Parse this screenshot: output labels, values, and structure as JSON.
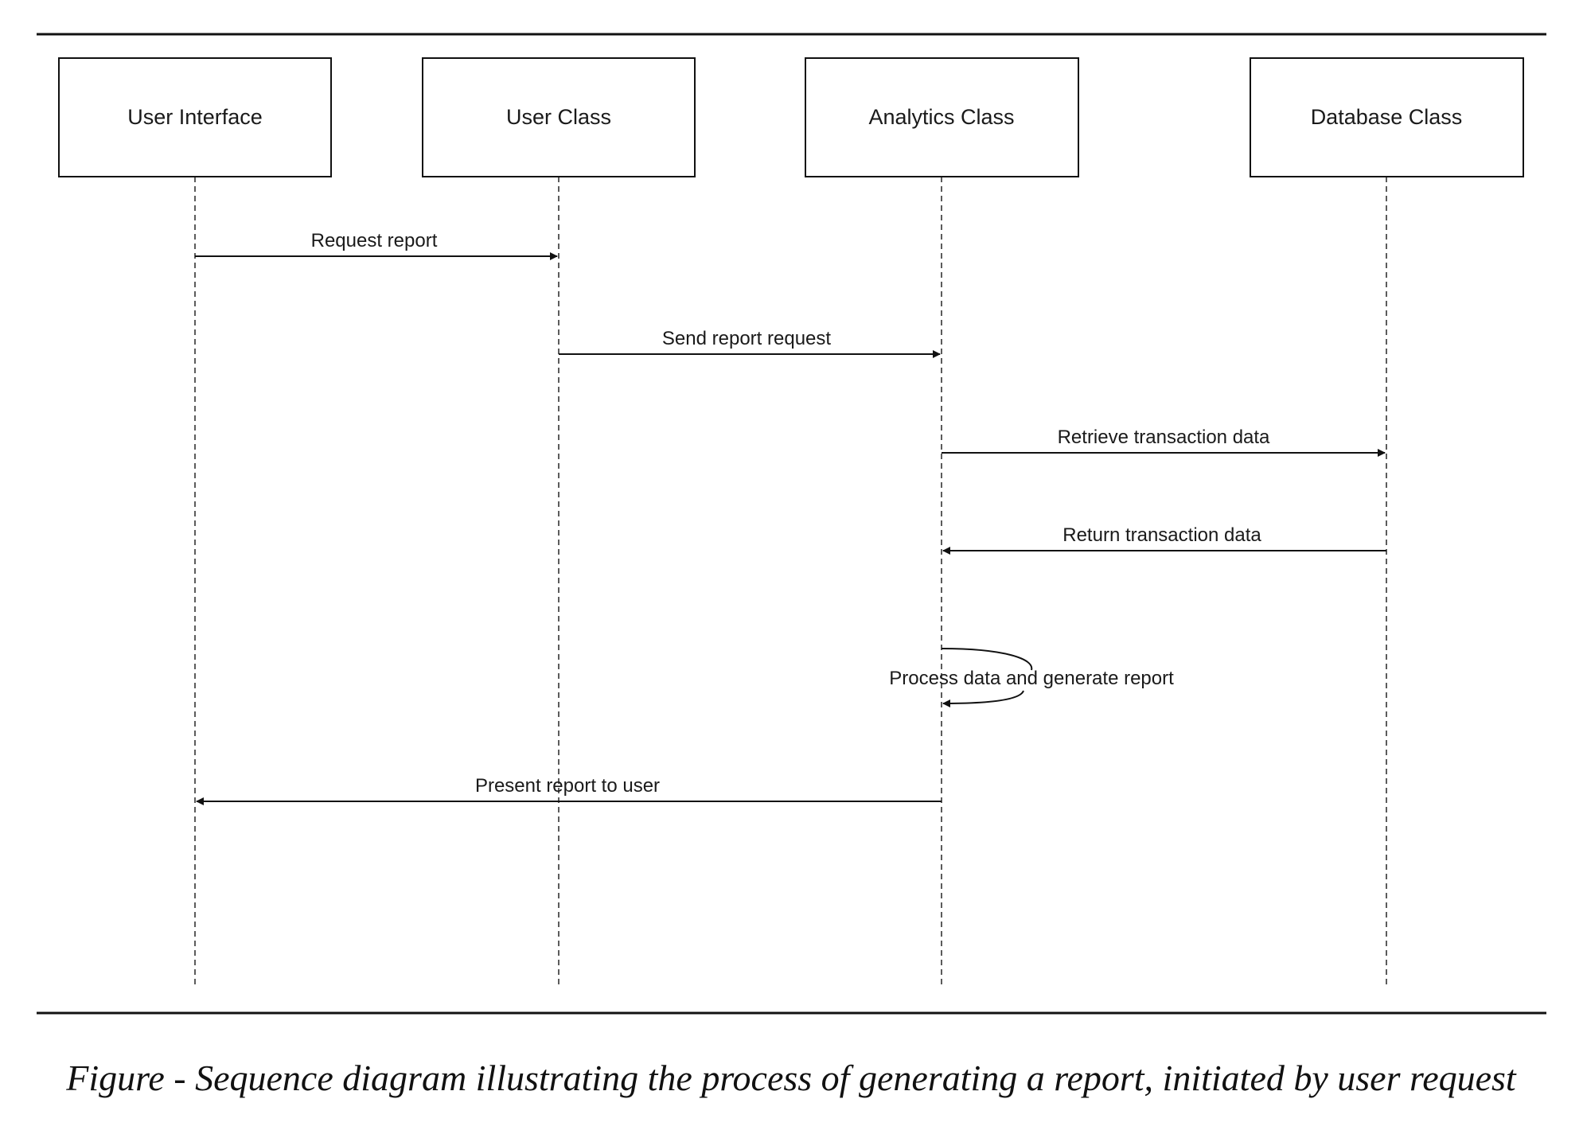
{
  "participants": [
    {
      "id": "ui",
      "label": "User Interface"
    },
    {
      "id": "user",
      "label": "User Class"
    },
    {
      "id": "analytics",
      "label": "Analytics Class"
    },
    {
      "id": "database",
      "label": "Database Class"
    }
  ],
  "messages": [
    {
      "from": "ui",
      "to": "user",
      "label": "Request report"
    },
    {
      "from": "user",
      "to": "analytics",
      "label": "Send report request"
    },
    {
      "from": "analytics",
      "to": "database",
      "label": "Retrieve transaction data"
    },
    {
      "from": "database",
      "to": "analytics",
      "label": "Return transaction data"
    },
    {
      "from": "analytics",
      "to": "analytics",
      "label": "Process data and generate report"
    },
    {
      "from": "analytics",
      "to": "ui",
      "label": "Present report to user"
    }
  ],
  "caption": "Figure - Sequence diagram illustrating the process of generating a report, initiated by user request"
}
